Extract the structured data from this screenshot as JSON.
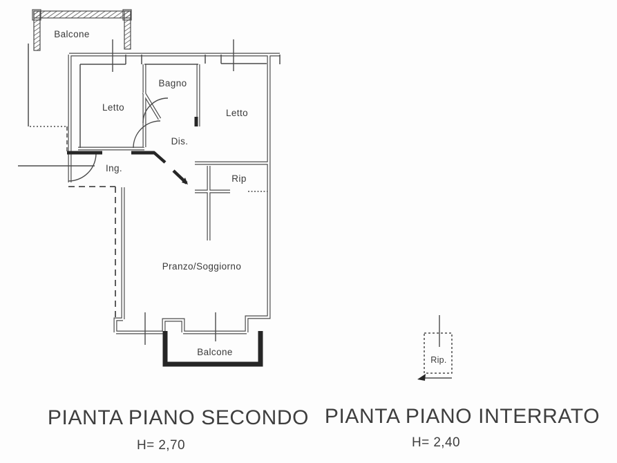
{
  "plans": {
    "secondo": {
      "title": "PIANTA PIANO SECONDO",
      "height_note": "H= 2,70",
      "rooms": {
        "balcone_top": "Balcone",
        "letto_left": "Letto",
        "bagno": "Bagno",
        "letto_right": "Letto",
        "dis": "Dis.",
        "ing": "Ing.",
        "rip": "Rip",
        "pranzo_soggiorno": "Pranzo/Soggiorno",
        "balcone_bottom": "Balcone"
      }
    },
    "interrato": {
      "title": "PIANTA PIANO INTERRATO",
      "height_note": "H= 2,40",
      "rooms": {
        "rip": "Rip."
      }
    }
  },
  "colors": {
    "ink": "#3c3c3c",
    "wall": "#4a4a4a",
    "wall_core": "#fdfdfd",
    "thick_wall": "#262626",
    "background": "#fdfdfd"
  }
}
